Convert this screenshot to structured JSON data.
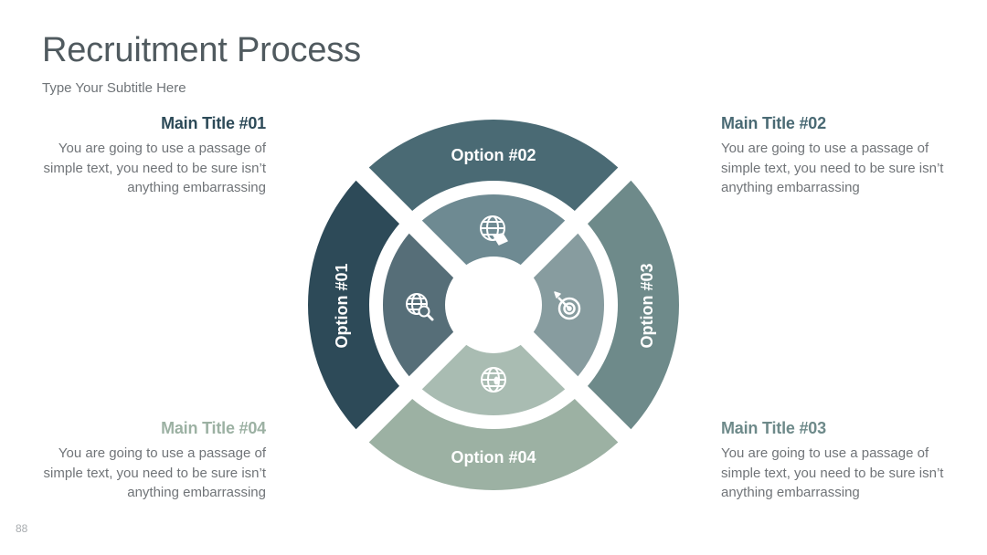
{
  "header": {
    "title": "Recruitment Process",
    "subtitle": "Type Your Subtitle Here"
  },
  "colors": {
    "option_01": "#2d4a58",
    "option_02": "#4a6a74",
    "option_03": "#6e8a8a",
    "option_04": "#9cb1a3",
    "inner_01": "#566e78",
    "inner_02": "#6e8a92",
    "inner_03": "#879c9f",
    "inner_04": "#a9bcb2"
  },
  "blocks": [
    {
      "title": "Main Title #01",
      "text": "You are going to use a passage of simple text, you need to be sure isn’t anything embarrassing",
      "color": "#2d4a58"
    },
    {
      "title": "Main Title #02",
      "text": "You are going to use a passage of simple text, you need to be sure isn’t anything embarrassing",
      "color": "#4a6a74"
    },
    {
      "title": "Main Title #03",
      "text": "You are going to use a passage of simple text, you need to be sure isn’t anything embarrassing",
      "color": "#6e8a8a"
    },
    {
      "title": "Main Title #04",
      "text": "You are going to use a passage of simple text, you need to be sure isn’t anything embarrassing",
      "color": "#9cb1a3"
    }
  ],
  "diagram": {
    "options": [
      "Option #01",
      "Option #02",
      "Option #03",
      "Option #04"
    ],
    "icons": [
      "globe-search-icon",
      "globe-hand-icon",
      "target-dart-icon",
      "globe-phone-icon"
    ]
  },
  "footer": {
    "page_number": "88"
  }
}
